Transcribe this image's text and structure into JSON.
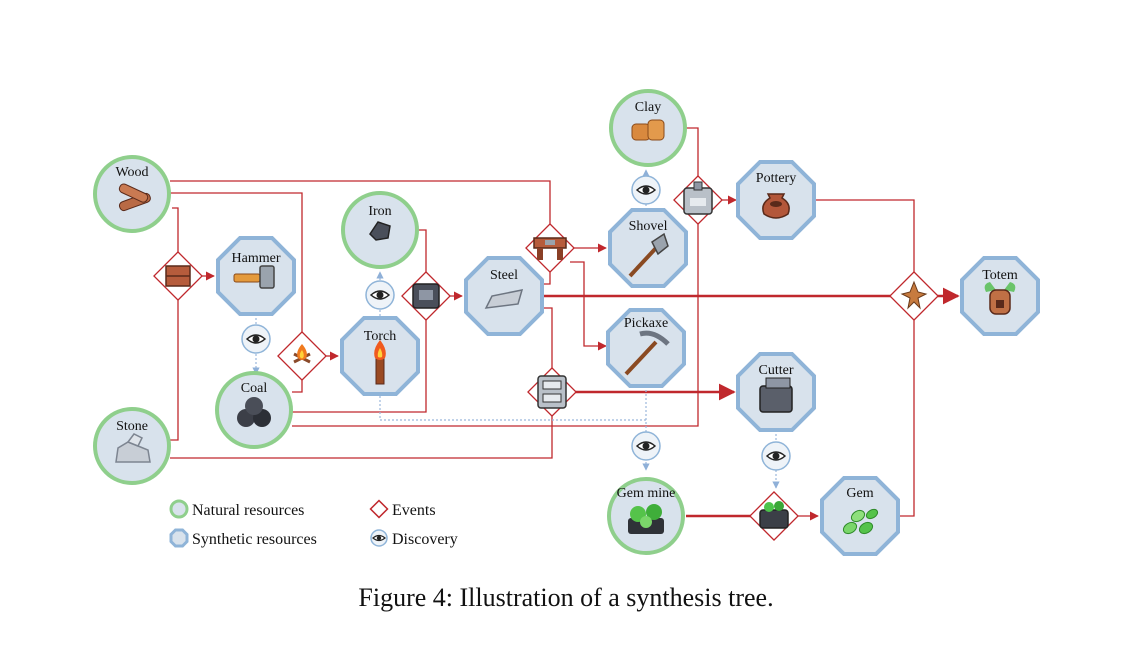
{
  "nodes": {
    "wood": "Wood",
    "stone": "Stone",
    "coal": "Coal",
    "iron": "Iron",
    "clay": "Clay",
    "gem_mine": "Gem mine",
    "hammer": "Hammer",
    "torch": "Torch",
    "steel": "Steel",
    "shovel": "Shovel",
    "pickaxe": "Pickaxe",
    "pottery": "Pottery",
    "cutter": "Cutter",
    "gem": "Gem",
    "totem": "Totem"
  },
  "legend": {
    "natural": "Natural resources",
    "synthetic": "Synthetic resources",
    "events": "Events",
    "discovery": "Discovery"
  },
  "caption": "Figure 4: Illustration of a synthesis tree.",
  "colors": {
    "natural_ring": "#8fcf8c",
    "synthetic_ring": "#8fb4d8",
    "node_fill": "#d8e2ec",
    "edge": "#c0282d",
    "discovery_edge": "#9bb8dc"
  }
}
